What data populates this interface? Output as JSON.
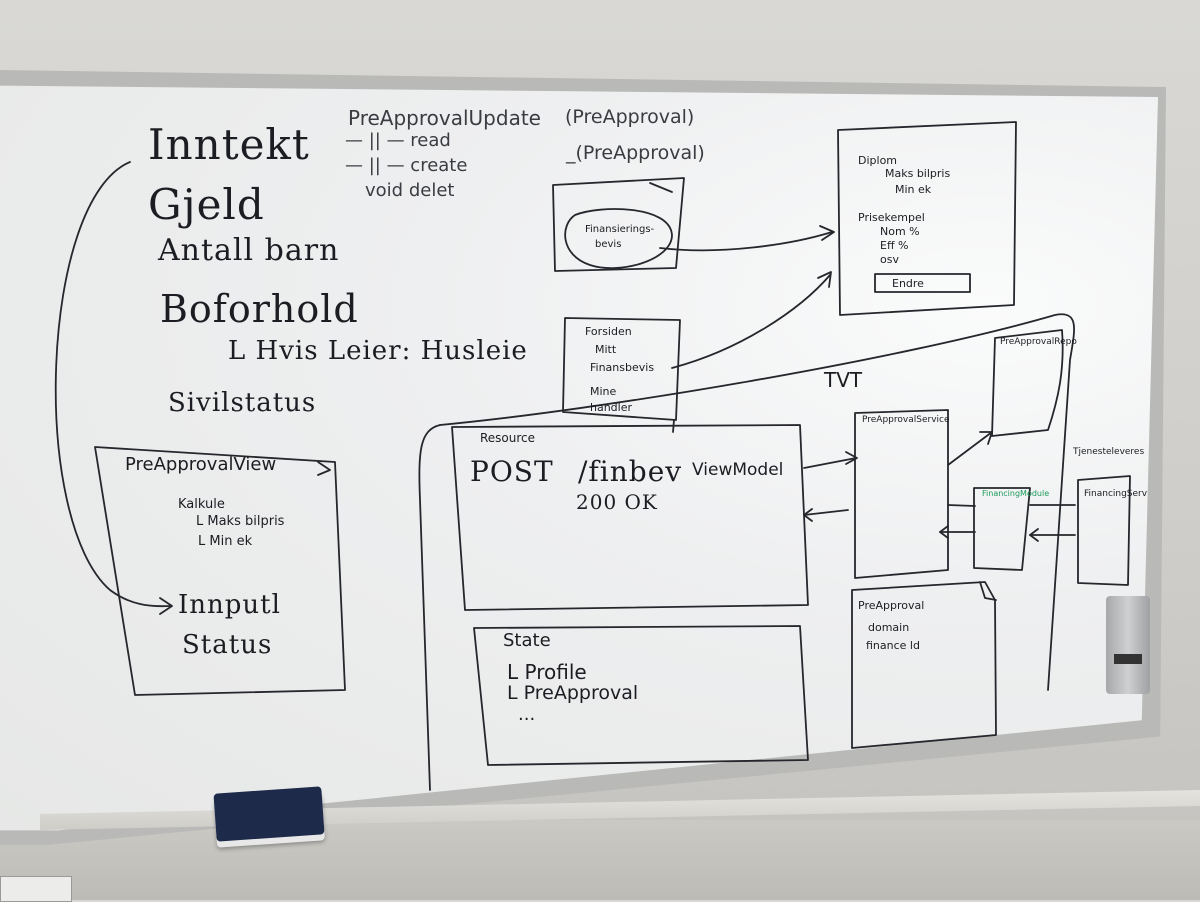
{
  "left_list": {
    "items": [
      "Inntekt",
      "Gjeld",
      "Antall barn",
      "Boforhold",
      "L Hvis Leier: Husleie",
      "Sivilstatus"
    ]
  },
  "preapproval_view": {
    "title": "PreApprovalView",
    "items": [
      "Kalkule",
      "L Maks bilpris",
      "L Min ek",
      "Innputl",
      "Status"
    ]
  },
  "methods": {
    "items": [
      "PreApprovalUpdate",
      "— || — read",
      "— || — create",
      "void delet"
    ],
    "params": [
      "(PreApproval)",
      "_(PreApproval)"
    ]
  },
  "finansieringsbevis_box": {
    "label_line1": "Finansierings-",
    "label_line2": "bevis"
  },
  "forsiden_box": {
    "items": [
      "Forsiden",
      "Mitt",
      "Finansbevis",
      "Mine",
      "handler"
    ]
  },
  "diplom_box": {
    "items": [
      "Diplom",
      "Maks bilpris",
      "Min ek",
      "Prisekempel",
      "Nom %",
      "Eff %",
      "osv"
    ],
    "button": "Endre"
  },
  "resource_box": {
    "label": "Resource",
    "method": "POST",
    "path": "/finbev",
    "viewmodel": "ViewModel",
    "response": "200 OK"
  },
  "state_box": {
    "title": "State",
    "items": [
      "L Profile",
      "L PreApproval",
      "..."
    ]
  },
  "tvt_label": "TVT",
  "service_box": {
    "label": "PreApprovalService"
  },
  "repo_box": {
    "label": "PreApprovalRepo"
  },
  "financing_box": {
    "label": "FinancingModule"
  },
  "tjeneste_box": {
    "title": "Tjenesteleveres",
    "label": "FinancingServ"
  },
  "domain_box": {
    "items": [
      "PreApproval",
      "domain",
      "finance ld"
    ]
  }
}
